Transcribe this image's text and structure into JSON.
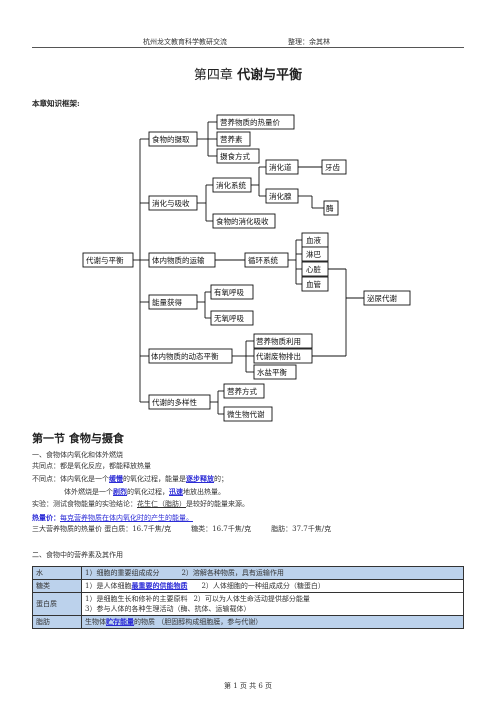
{
  "header": {
    "left": "杭州龙文教育科学教研交流",
    "right": "整理：余其林"
  },
  "chapter": {
    "number": "第四章",
    "title": "代谢与平衡"
  },
  "framework_label": "本章知识框架:",
  "diagram": {
    "root": "代谢与平衡",
    "ingestion": "食物的摄取",
    "heat": "营养物质的热量价",
    "nutrients": "营养素",
    "diet": "摄食方式",
    "digest_absorb": "消化与吸收",
    "digestive_system": "消化系统",
    "tract": "消化道",
    "teeth": "牙齿",
    "glands": "消化腺",
    "enzyme": "酶",
    "food_absorb": "食物的消化吸收",
    "transport": "体内物质的运输",
    "circulation": "循环系统",
    "blood": "血液",
    "lymph": "淋巴",
    "heart": "心脏",
    "vessels": "血管",
    "energy": "能量获得",
    "aerobic": "有氧呼吸",
    "anaerobic": "无氧呼吸",
    "excretion": "泌尿代谢",
    "dynamic": "体内物质的动态平衡",
    "utilization": "营养物质利用",
    "waste": "代谢废物排出",
    "water": "水盐平衡",
    "diversity": "代谢的多样性",
    "nutrition_mode": "营养方式",
    "microbe": "微生物代谢"
  },
  "section1": {
    "title": "第一节  食物与摄食"
  },
  "body": {
    "l1": "一、食物体内氧化和体外燃烧",
    "l2": "共同点：都是氧化反应，都能释放热量",
    "l3a": "不同点：体内氧化是一个",
    "l3b": "缓慢",
    "l3c": "的氧化过程，能量是",
    "l3d": "逐步释放",
    "l3e": "的；",
    "l4a": "体外燃烧是一个",
    "l4b": "剧烈",
    "l4c": "的氧化过程，",
    "l4d": "迅速",
    "l4e": "地放出热量。",
    "l5a": "实验：测试食物能量的实验结论：",
    "l5b": "花生仁（脂肪）",
    "l5c": "是较好的能量来源。",
    "l6a": "热量价：",
    "l6b": "每克营养物质在体内氧化时的产生的能量。",
    "l7a": "三大营养物质的热量价    蛋白质：16.7千焦/克",
    "l7b": "糖类：16.7千焦/克",
    "l7c": "脂肪：37.7千焦/克",
    "l8": "二、食物中的营养素及其作用"
  },
  "table": {
    "rows": [
      {
        "key": "水",
        "c1": "1）细胞的重要组成成分",
        "c2": "2）溶解各种物质，具有运输作用"
      },
      {
        "key": "糖类",
        "c1a": "1）是人体细胞",
        "c1b": "最重要的供能物质",
        "c2": "2）人体细胞的一种组成成分（糖蛋白）"
      },
      {
        "key": "蛋白质",
        "c1": "1）是细胞生长和修补的主要原料",
        "c2": "2）可以为人体生命活动提供部分能量",
        "c3": "3）参与人体的各种生理活动（酶、抗体、运输载体）"
      },
      {
        "key": "脂肪",
        "c1a": "生物体",
        "c1b": "贮存能量",
        "c1c": "的物质    （胆固醇构成细胞膜，参与代谢）"
      }
    ]
  },
  "footer": "第 1 页 共 6 页"
}
